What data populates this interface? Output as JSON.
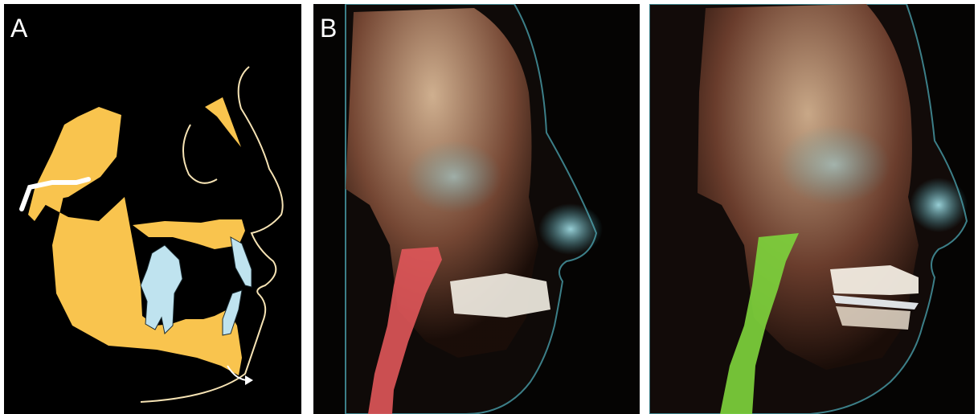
{
  "figure": {
    "panels": [
      {
        "id": "A",
        "label": "A",
        "kind": "schematic lateral skull drawing"
      },
      {
        "id": "B",
        "label": "B",
        "kind": "3D CBCT lateral rendering with red airway"
      },
      {
        "id": "C",
        "label": "",
        "kind": "3D CBCT lateral rendering with green airway and oral appliance"
      }
    ]
  },
  "colors": {
    "bone": "#f9c44e",
    "teeth": "#bfe3ef",
    "soft_tissue_outline": "#f6e3b4",
    "airway_red": "#e0565a",
    "airway_green": "#7dd13c",
    "soft_tissue_cyan": "#8fd3dc",
    "bone_render": "#c89a78",
    "background": "#000000"
  },
  "icons": [
    "arrow-icon"
  ]
}
